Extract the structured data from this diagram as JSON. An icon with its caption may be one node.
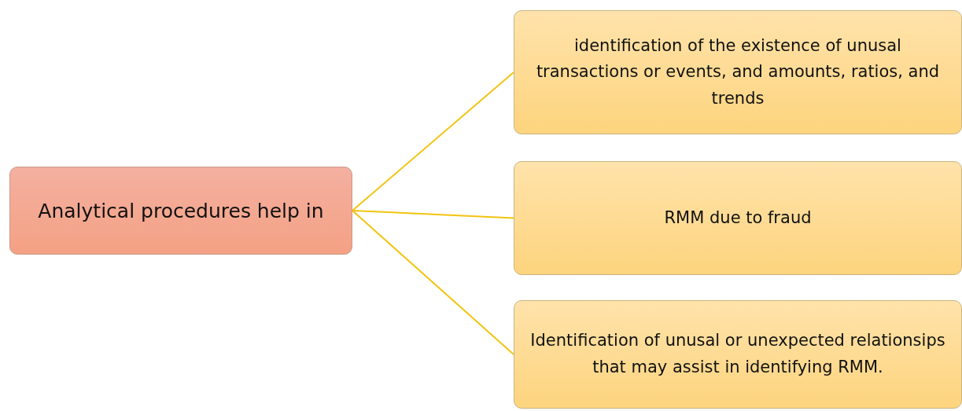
{
  "diagram": {
    "nodes": [
      {
        "text": [
          "Analytical procedures help in"
        ]
      },
      {
        "text": [
          "identification of the existence of unusal transactions or events, and amounts, ratios, and trends"
        ]
      },
      {
        "text": [
          "RMM due to fraud"
        ]
      },
      {
        "text": [
          "Identification of unusal or unexpected relationsips that may assist in identifying RMM."
        ]
      }
    ],
    "edges": [
      {
        "from": 0,
        "to": 1,
        "arrow": "none"
      },
      {
        "from": 0,
        "to": 2,
        "arrow": "none"
      },
      {
        "from": 0,
        "to": 3,
        "arrow": "none"
      }
    ]
  }
}
